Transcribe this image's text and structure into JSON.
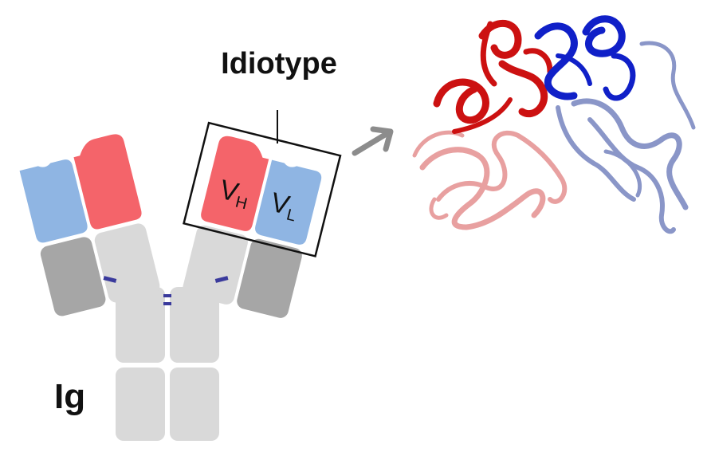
{
  "labels": {
    "idiotype": "Idiotype",
    "ig": "Ig",
    "vh_main": "V",
    "vh_sub": "H",
    "vl_main": "V",
    "vl_sub": "L"
  },
  "colors": {
    "heavy_variable": "#f4646a",
    "light_variable": "#8fb5e3",
    "constant_light_gray": "#d9d9d9",
    "constant_dark_gray": "#a6a6a6",
    "disulfide_bond": "#3a3a9c",
    "arrow": "#8c8c8c",
    "frame": "#111111",
    "ribbon_heavy_dark": "#cc1111",
    "ribbon_heavy_light": "#e8a0a0",
    "ribbon_light_dark": "#1020c8",
    "ribbon_light_light": "#8a96c8"
  },
  "icons": {
    "arrow": "right-arrow-icon",
    "structure": "protein-ribbon-structure"
  }
}
